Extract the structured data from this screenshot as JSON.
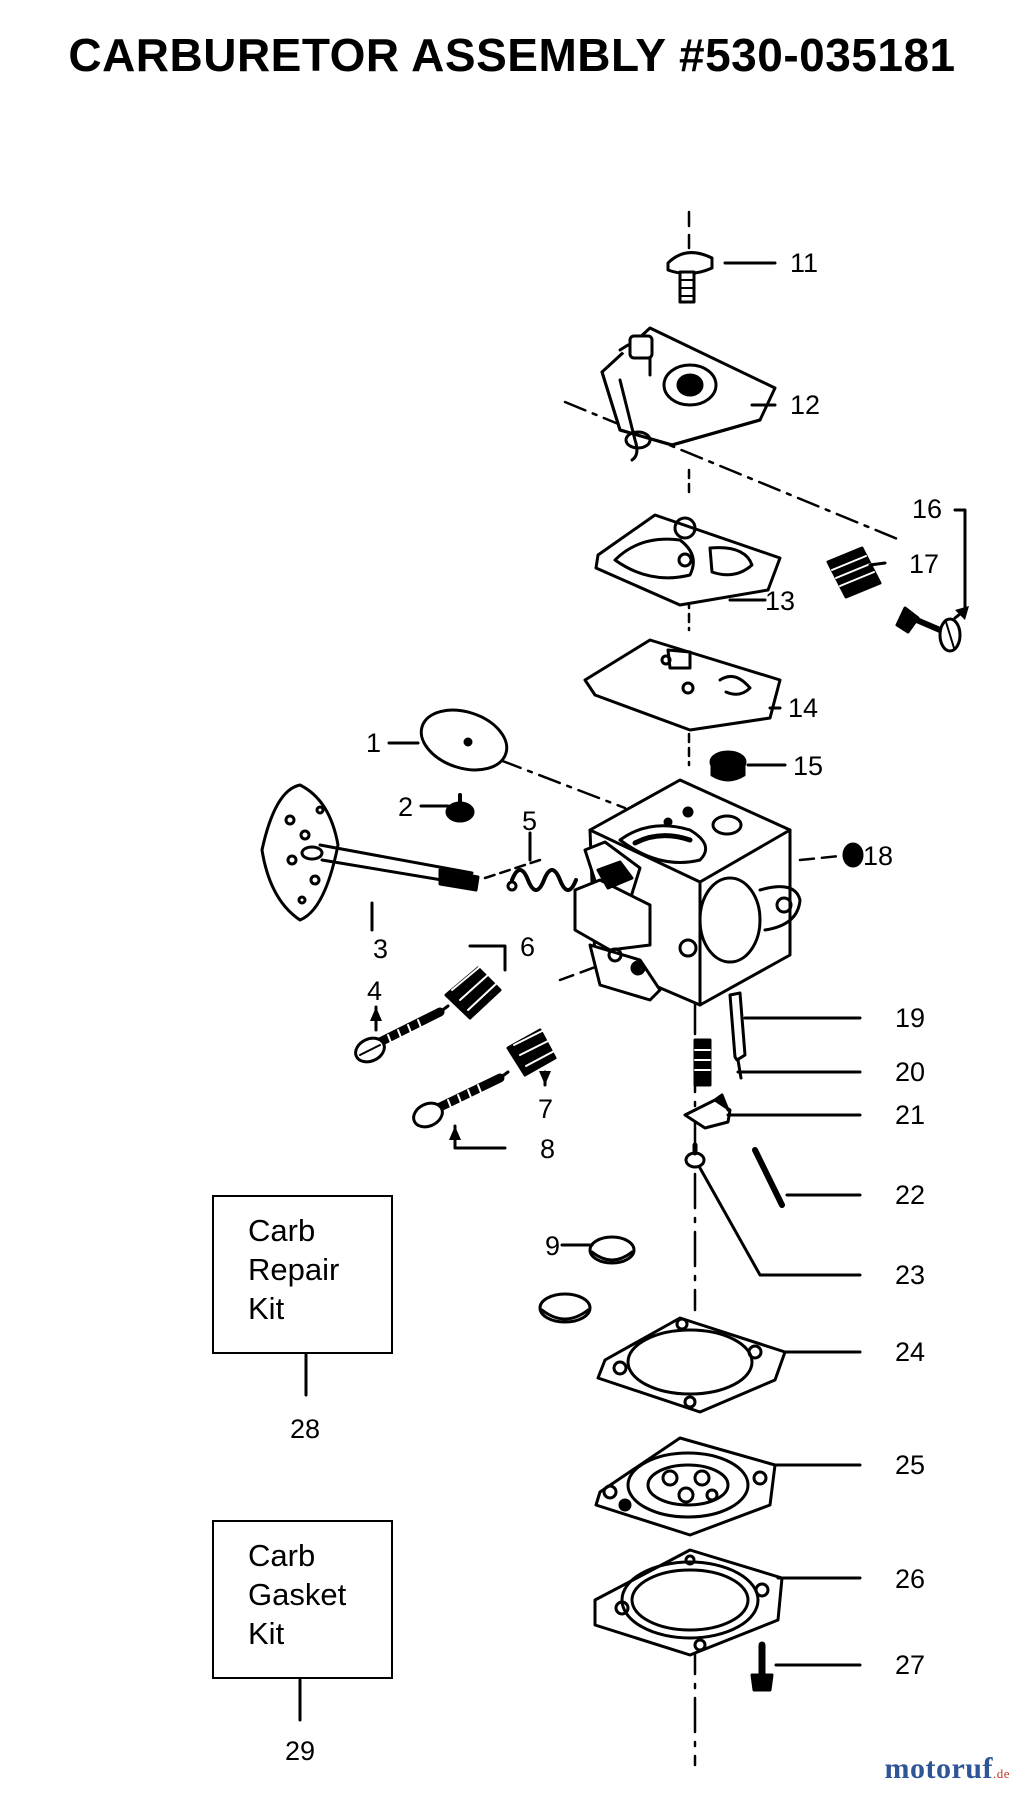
{
  "title": "CARBURETOR ASSEMBLY #530-035181",
  "part_labels": [
    "1",
    "2",
    "3",
    "4",
    "5",
    "6",
    "7",
    "8",
    "9",
    "11",
    "12",
    "13",
    "14",
    "15",
    "16",
    "17",
    "18",
    "19",
    "20",
    "21",
    "22",
    "23",
    "24",
    "25",
    "26",
    "27",
    "28",
    "29"
  ],
  "kits": [
    {
      "lines": [
        "Carb",
        "Repair",
        "Kit"
      ],
      "number": "28"
    },
    {
      "lines": [
        "Carb",
        "Gasket",
        "Kit"
      ],
      "number": "29"
    }
  ],
  "watermark": {
    "brand": "motoruf",
    "tld": ".de"
  }
}
